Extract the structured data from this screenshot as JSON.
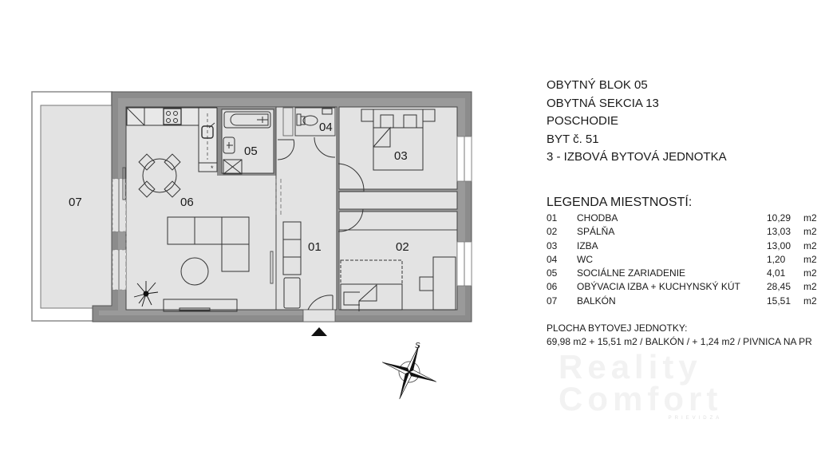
{
  "header": {
    "lines": [
      "OBYTNÝ BLOK 05",
      "OBYTNÁ SEKCIA 13",
      "POSCHODIE",
      "BYT č. 51",
      "3 - IZBOVÁ BYTOVÁ JEDNOTKA"
    ]
  },
  "legend": {
    "title": "LEGENDA MIESTNOSTÍ:",
    "rooms": [
      {
        "num": "01",
        "name": "CHODBA",
        "area": "10,29",
        "unit": "m2"
      },
      {
        "num": "02",
        "name": "SPÁLŇA",
        "area": "13,03",
        "unit": "m2"
      },
      {
        "num": "03",
        "name": "IZBA",
        "area": "13,00",
        "unit": "m2"
      },
      {
        "num": "04",
        "name": "WC",
        "area": "1,20",
        "unit": "m2"
      },
      {
        "num": "05",
        "name": "SOCIÁLNE ZARIADENIE",
        "area": "4,01",
        "unit": "m2"
      },
      {
        "num": "06",
        "name": "OBÝVACIA IZBA + KUCHYNSKÝ KÚT",
        "area": "28,45",
        "unit": "m2"
      },
      {
        "num": "07",
        "name": "BALKÓN",
        "area": "15,51",
        "unit": "m2"
      }
    ]
  },
  "total": {
    "title": "PLOCHA BYTOVEJ JEDNOTKY:",
    "value": "69,98 m2 + 15,51 m2 / BALKÓN / + 1,24 m2 / PIVNICA NA PR"
  },
  "plan": {
    "room_labels": {
      "r01": "01",
      "r02": "02",
      "r03": "03",
      "r04": "04",
      "r05": "05",
      "r06": "06",
      "r07": "07"
    },
    "compass_label": "S",
    "icons": [
      "entrance-arrow-icon",
      "compass-rose-icon",
      "plant-icon"
    ]
  },
  "watermark": {
    "line1": "Reality",
    "line2": "Comfort",
    "line3": "PRIEVIDZA"
  },
  "colors": {
    "wall": "#8c8c8c",
    "floor": "#e3e3e3",
    "line": "#333333",
    "text": "#1a1a1a"
  }
}
